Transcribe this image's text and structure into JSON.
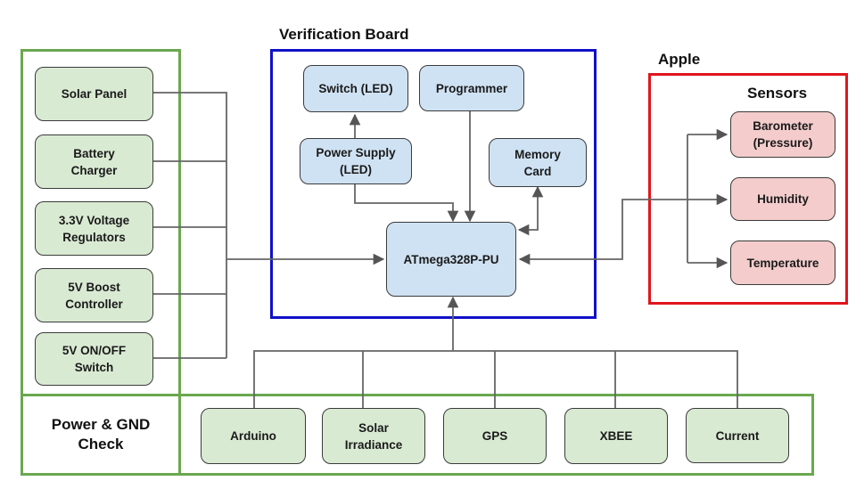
{
  "titles": {
    "verification": "Verification Board",
    "apple": "Apple",
    "sensors": "Sensors",
    "power_check": "Power & GND\nCheck"
  },
  "power": {
    "solar_panel": "Solar Panel",
    "battery_charger": "Battery\nCharger",
    "regulators": "3.3V Voltage\nRegulators",
    "boost": "5V Boost\nController",
    "switch": "5V ON/OFF\nSwitch"
  },
  "board": {
    "switch_led": "Switch (LED)",
    "programmer": "Programmer",
    "power_supply": "Power Supply\n(LED)",
    "memory_card": "Memory\nCard",
    "mcu": "ATmega328P-PU"
  },
  "sensors": {
    "barometer": "Barometer\n(Pressure)",
    "humidity": "Humidity",
    "temperature": "Temperature"
  },
  "bottom": {
    "arduino": "Arduino",
    "solar_irradiance": "Solar\nIrradiance",
    "gps": "GPS",
    "xbee": "XBEE",
    "current": "Current"
  },
  "colors": {
    "power_frame": "#6aa84f",
    "board_frame": "#1010c8",
    "apple_frame": "#e0161c",
    "green_fill": "#d9ead3",
    "blue_fill": "#cfe2f3",
    "red_fill": "#f4cccc"
  }
}
